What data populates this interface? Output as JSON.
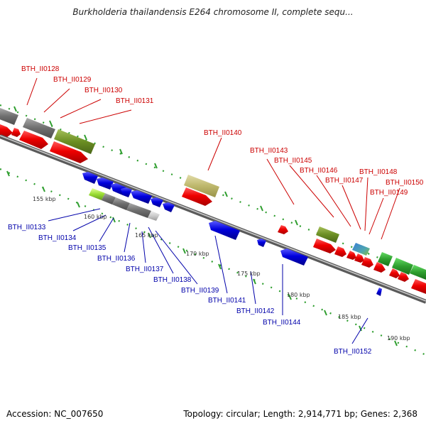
{
  "title": "Burkholderia thailandensis E264 chromosome II, complete sequ...",
  "footer": {
    "accession": "Accession: NC_007650",
    "topology": "Topology: circular; Length: 2,914,771 bp; Genes: 2,368"
  },
  "colors": {
    "forward_labels": "#cc0000",
    "reverse_labels": "#0000aa",
    "backbone": "#888888",
    "ticks": "#228b22",
    "forward_gene": "#ee0000",
    "reverse_gene": "#0000dd",
    "gray_feature": "#777777",
    "olive_feature": "#6b8e23",
    "khaki_feature": "#bdb76b",
    "green_feature": "#2e9e2e"
  },
  "scale_labels": [
    "155 kbp",
    "160 kbp",
    "165 kbp",
    "170 kbp",
    "175 kbp",
    "180 kbp",
    "185 kbp",
    "190 kbp"
  ],
  "forward_genes": [
    "BTH_II0128",
    "BTH_II0129",
    "BTH_II0130",
    "BTH_II0131",
    "BTH_II0140",
    "BTH_II0143",
    "BTH_II0145",
    "BTH_II0146",
    "BTH_II0147",
    "BTH_II0148",
    "BTH_II0149",
    "BTH_II0150"
  ],
  "reverse_genes": [
    "BTH_II0133",
    "BTH_II0134",
    "BTH_II0135",
    "BTH_II0136",
    "BTH_II0137",
    "BTH_II0138",
    "BTH_II0139",
    "BTH_II0141",
    "BTH_II0142",
    "BTH_II0144",
    "BTH_II0152"
  ]
}
